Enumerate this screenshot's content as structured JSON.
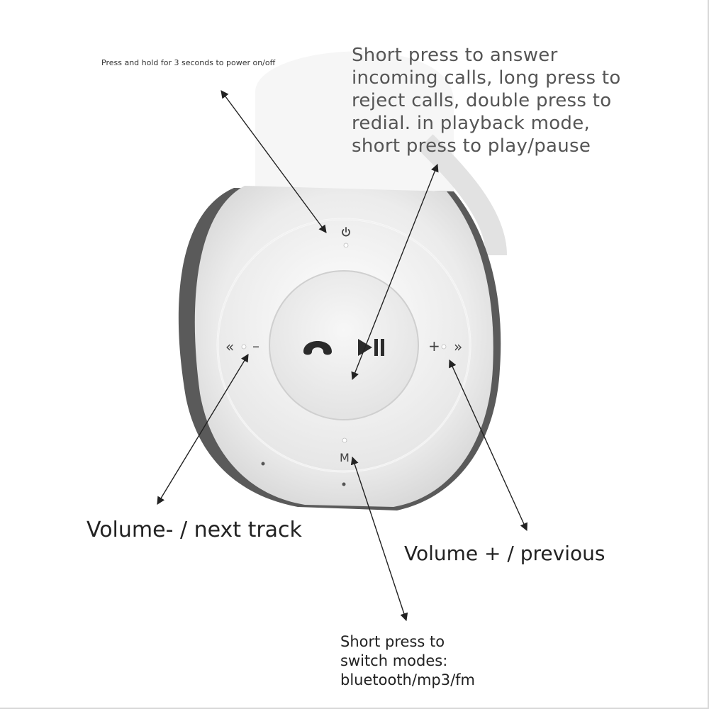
{
  "annotations": {
    "power": "Press and hold for 3 seconds to power on/off",
    "answer_lines": [
      "Short press to answer",
      "incoming calls, long press to",
      "reject calls, double press to",
      "redial. in playback mode,",
      "short press to play/pause"
    ],
    "volume_down": "Volume- / next track",
    "volume_up": "Volume + / previous",
    "mode_lines": [
      "Short press to",
      "switch modes:",
      "bluetooth/mp3/fm"
    ]
  },
  "buttons": {
    "mode_glyph": "M",
    "minus_glyph": "–",
    "plus_glyph": "+",
    "prev_glyph": "«",
    "next_glyph": "»"
  },
  "icons": [
    "power-icon",
    "phone-icon",
    "play-pause-icon",
    "rewind-icon",
    "fast-forward-icon"
  ],
  "colors": {
    "earcup_shadow": "#5a5a5a",
    "body": "#f2f2f2",
    "arrow": "#222222"
  }
}
